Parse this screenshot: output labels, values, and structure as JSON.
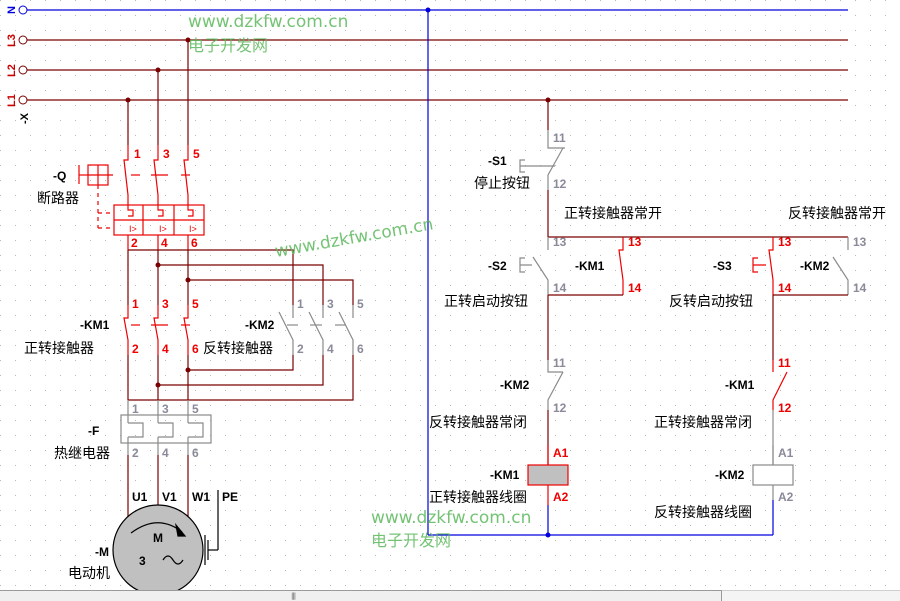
{
  "colors": {
    "power": "#7a0000",
    "neutral": "#0000dd",
    "active": "#ee0000",
    "inactive": "#8a8a8a",
    "watermark": "#5cb85c",
    "motor_fill": "#c0c0c0",
    "coil_active_fill": "#c0c0c0"
  },
  "bus": {
    "labels": [
      "N",
      "L3",
      "L2",
      "L1"
    ],
    "terminal_tag": "-X"
  },
  "watermarks": {
    "url": "www.dzkfw.com.cn",
    "name": "电子开发网"
  },
  "main_circuit": {
    "breaker": {
      "tag": "-Q",
      "label": "断路器",
      "top_terminals": [
        "1",
        "3",
        "5"
      ],
      "bottom_terminals": [
        "2",
        "4",
        "6"
      ],
      "trip_symbol": "I>"
    },
    "km1_main": {
      "tag": "-KM1",
      "label": "正转接触器",
      "top_terminals": [
        "1",
        "3",
        "5"
      ],
      "bottom_terminals": [
        "2",
        "4",
        "6"
      ]
    },
    "km2_main": {
      "tag": "-KM2",
      "label": "反转接触器",
      "top_terminals": [
        "1",
        "3",
        "5"
      ],
      "bottom_terminals": [
        "2",
        "4",
        "6"
      ]
    },
    "thermal_relay": {
      "tag": "-F",
      "label": "热继电器",
      "top_terminals": [
        "1",
        "3",
        "5"
      ],
      "bottom_terminals": [
        "2",
        "4",
        "6"
      ]
    },
    "motor": {
      "tag": "-M",
      "label": "电动机",
      "terminals": [
        "U1",
        "V1",
        "W1",
        "PE"
      ],
      "symbol": "M",
      "phases": "3",
      "ac_symbol": "~"
    }
  },
  "control_circuit": {
    "s1": {
      "tag": "-S1",
      "label": "停止按钮",
      "terminals": [
        "11",
        "12"
      ]
    },
    "km1_no_label": "正转接触器常开",
    "km2_no_label": "反转接触器常开",
    "s2": {
      "tag": "-S2",
      "label": "正转启动按钮",
      "terminals": [
        "13",
        "14"
      ]
    },
    "km1_aux_no": {
      "tag": "-KM1",
      "terminals": [
        "13",
        "14"
      ]
    },
    "s3": {
      "tag": "-S3",
      "label": "反转启动按钮",
      "terminals": [
        "13",
        "14"
      ]
    },
    "km2_aux_no": {
      "tag": "-KM2",
      "terminals": [
        "13",
        "14"
      ]
    },
    "km2_nc": {
      "tag": "-KM2",
      "label": "反转接触器常闭",
      "terminals": [
        "11",
        "12"
      ]
    },
    "km1_nc": {
      "tag": "-KM1",
      "label": "正转接触器常闭",
      "terminals": [
        "11",
        "12"
      ]
    },
    "km1_coil": {
      "tag": "-KM1",
      "label": "正转接触器线圈",
      "terminals": [
        "A1",
        "A2"
      ],
      "energized": true
    },
    "km2_coil": {
      "tag": "-KM2",
      "label": "反转接触器线圈",
      "terminals": [
        "A1",
        "A2"
      ],
      "energized": false
    }
  },
  "scrollbar": {
    "thumb_glyph": "|||"
  }
}
